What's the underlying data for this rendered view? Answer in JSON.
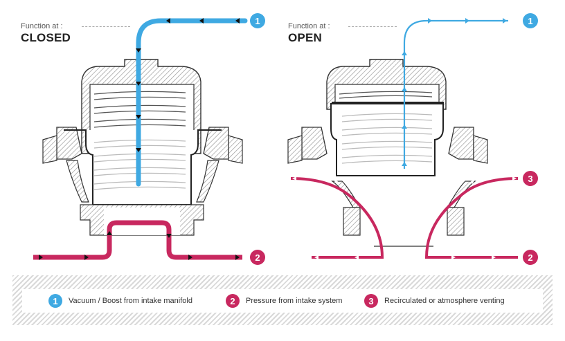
{
  "colors": {
    "vacuum": "#3fa9e2",
    "pressure": "#c8285f",
    "recirc": "#c8285f",
    "outline": "#333333",
    "hatch": "#9a9a9a"
  },
  "closed": {
    "label": "Function at :",
    "state": "CLOSED"
  },
  "open": {
    "label": "Function at :",
    "state": "OPEN"
  },
  "badges": {
    "one": "1",
    "two": "2",
    "three": "3"
  },
  "legend": [
    {
      "number": "1",
      "text": "Vacuum / Boost from intake manifold",
      "color": "#3fa9e2"
    },
    {
      "number": "2",
      "text": "Pressure from intake system",
      "color": "#c8285f"
    },
    {
      "number": "3",
      "text": "Recirculated or atmosphere venting",
      "color": "#c8285f"
    }
  ]
}
